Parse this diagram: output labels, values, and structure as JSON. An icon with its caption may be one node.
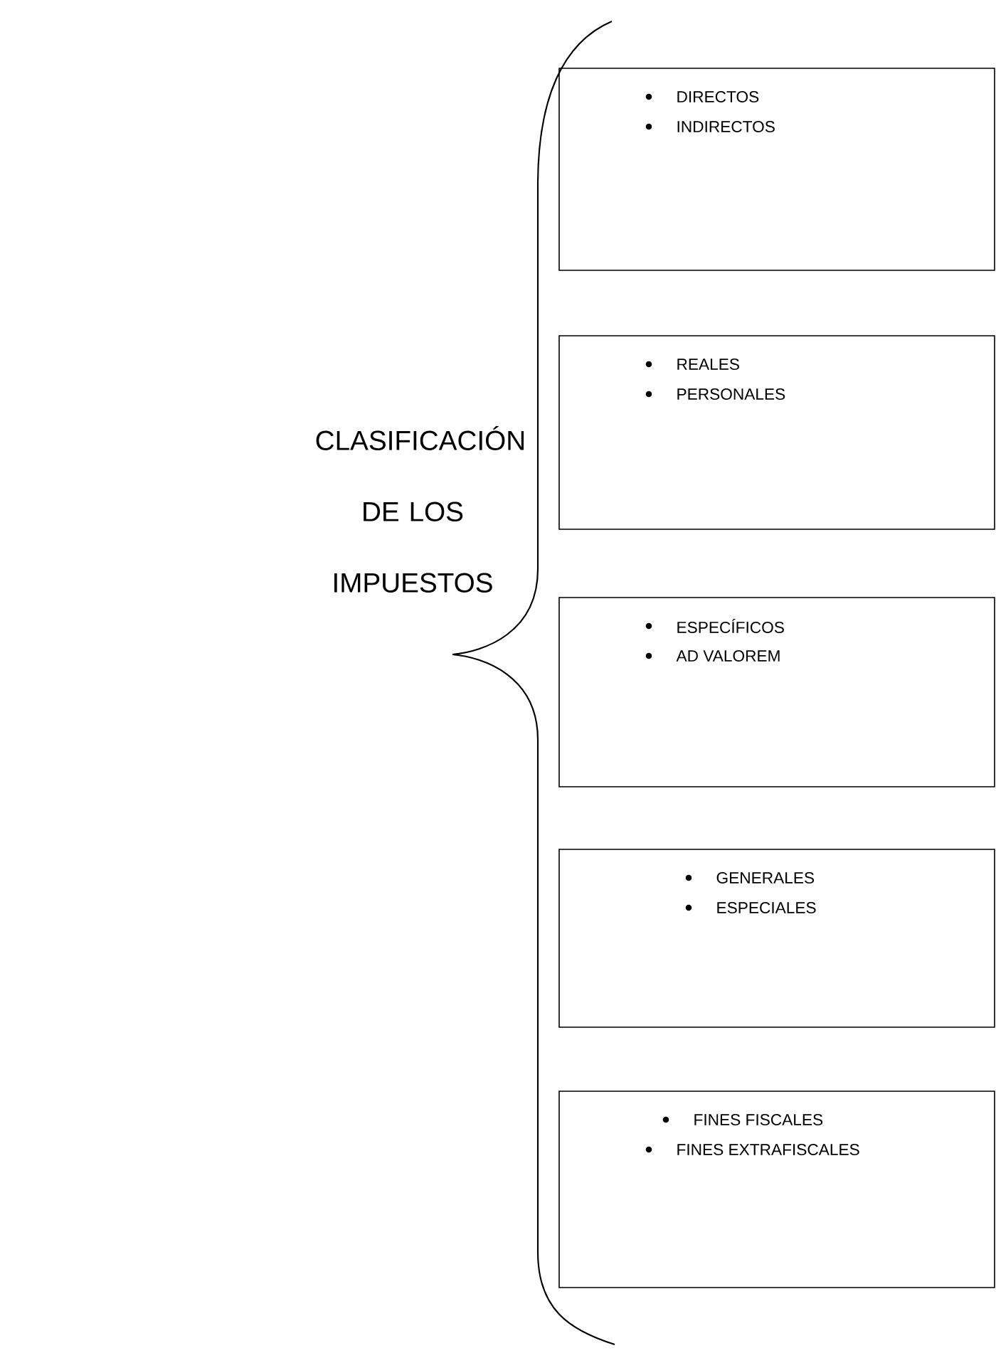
{
  "diagram": {
    "nodes": [
      {
        "text": [
          "CLASIFICACIÓN DE LOS IMPUESTOS"
        ]
      },
      {
        "text": [
          "DIRECTOS",
          "INDIRECTOS"
        ]
      },
      {
        "text": [
          "REALES",
          "PERSONALES"
        ]
      },
      {
        "text": [
          "ESPECÍFICOS",
          "AD VALOREM"
        ]
      },
      {
        "text": [
          "GENERALES",
          "ESPECIALES"
        ]
      },
      {
        "text": [
          "FINES FISCALES",
          "FINES EXTRAFISCALES"
        ]
      }
    ]
  }
}
